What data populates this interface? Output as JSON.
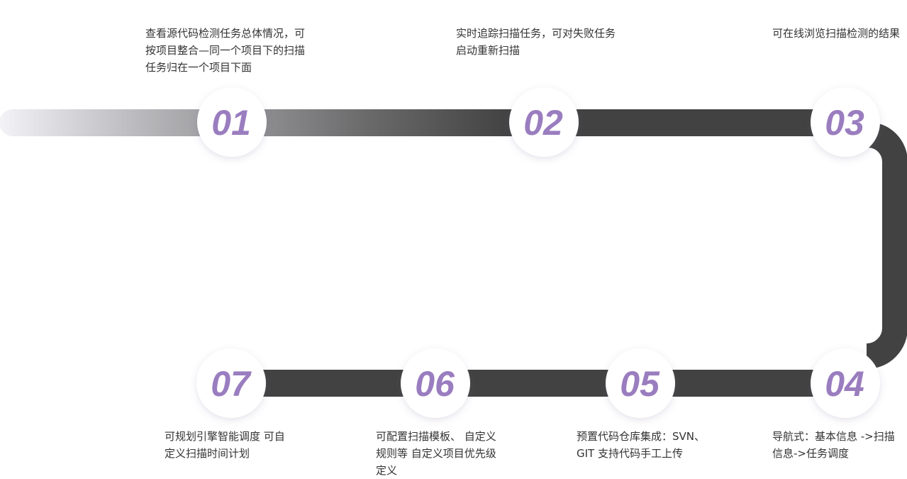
{
  "colors": {
    "track": "#424242",
    "track_fade_start": "#f3f3f7",
    "circle_fill": "#ffffff",
    "number": "#9a7dbf",
    "text": "#333333"
  },
  "steps": [
    {
      "number": "01",
      "text": "查看源代码检测任务总体情况，可\n按项目整合—同一个项目下的扫描\n任务归在一个项目下面"
    },
    {
      "number": "02",
      "text": "实时追踪扫描任务，可对失败任务\n启动重新扫描"
    },
    {
      "number": "03",
      "text": "可在线浏览扫描检测的结果"
    },
    {
      "number": "04",
      "text": "导航式：基本信息 ->扫描\n信息->任务调度"
    },
    {
      "number": "05",
      "text": "预置代码仓库集成：SVN、\nGIT  支持代码手工上传"
    },
    {
      "number": "06",
      "text": "可配置扫描模板、 自定义\n规则等   自定义项目优先级\n定义"
    },
    {
      "number": "07",
      "text": "可规划引擎智能调度 可自\n定义扫描时间计划"
    }
  ]
}
